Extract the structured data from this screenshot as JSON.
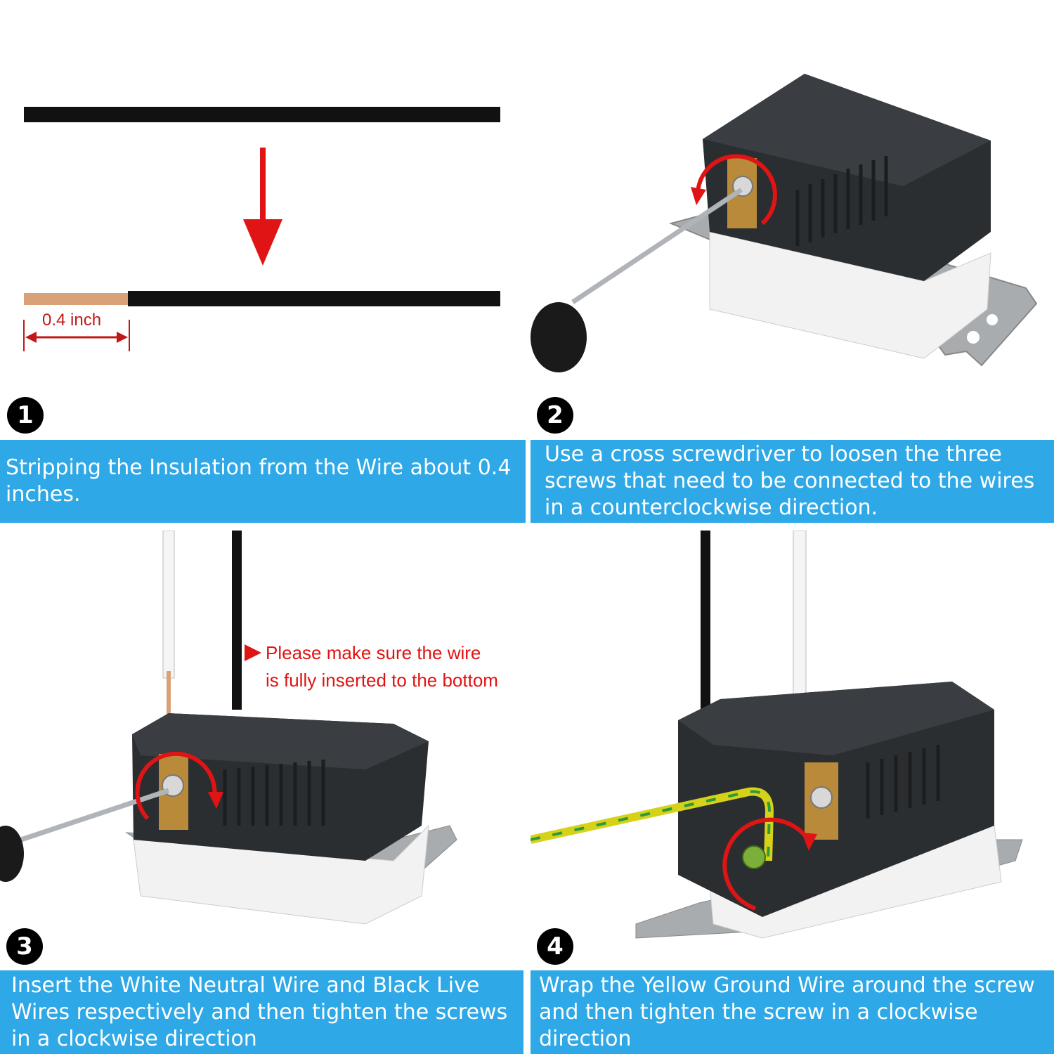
{
  "steps": [
    {
      "number": "1",
      "caption": "Stripping the Insulation from the Wire about 0.4 inches.",
      "measurement": "0.4 inch"
    },
    {
      "number": "2",
      "caption": "Use a cross screwdriver to loosen the three screws that need to be connected to the wires in a counterclockwise direction."
    },
    {
      "number": "3",
      "caption": "Insert the White Neutral Wire and Black Live Wires respectively and then tighten the screws in a clockwise direction",
      "note_line1": "Please make sure the wire",
      "note_line2": "is fully inserted to the bottom"
    },
    {
      "number": "4",
      "caption": "Wrap the Yellow Ground Wire around the screw and then tighten the screw in a clockwise direction"
    }
  ],
  "colors": {
    "caption_bg": "#2ea8e6",
    "arrow": "#e01414",
    "wire": "#111111",
    "copper": "#d8a178",
    "device": "#2b2e31",
    "ground_wire_yellow": "#d6d21a",
    "ground_wire_green": "#2e9a3a"
  }
}
